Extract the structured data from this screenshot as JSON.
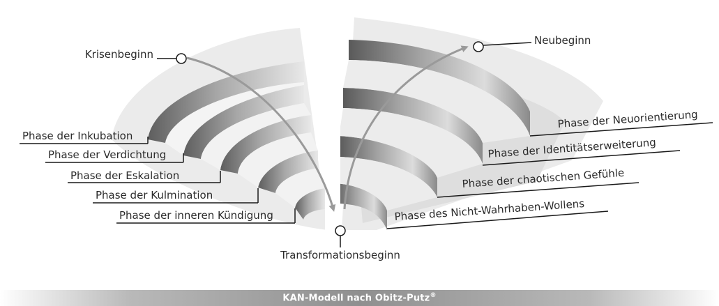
{
  "labels": {
    "krisenbeginn": "Krisenbeginn",
    "neubeginn": "Neubeginn",
    "transformationsbeginn": "Transformationsbeginn"
  },
  "left_phases": [
    "Phase der Inkubation",
    "Phase der Verdichtung",
    "Phase der Eskalation",
    "Phase der Kulmination",
    "Phase der inneren Kündigung"
  ],
  "right_phases": [
    "Phase der Neuorientierung",
    "Phase der Identitätserweiterung",
    "Phase der chaotischen Gefühle",
    "Phase des Nicht-Wahrhaben-Wollens"
  ],
  "footer": {
    "title": "KAN-Modell nach Obitz-Putz",
    "mark": "®"
  },
  "colors": {
    "plateau": "#e6e6e6",
    "wall_dark": "#6f6f6f",
    "wall_light": "#d8d8d8",
    "arrow": "#9a9a9a",
    "line": "#1a1a1a"
  }
}
